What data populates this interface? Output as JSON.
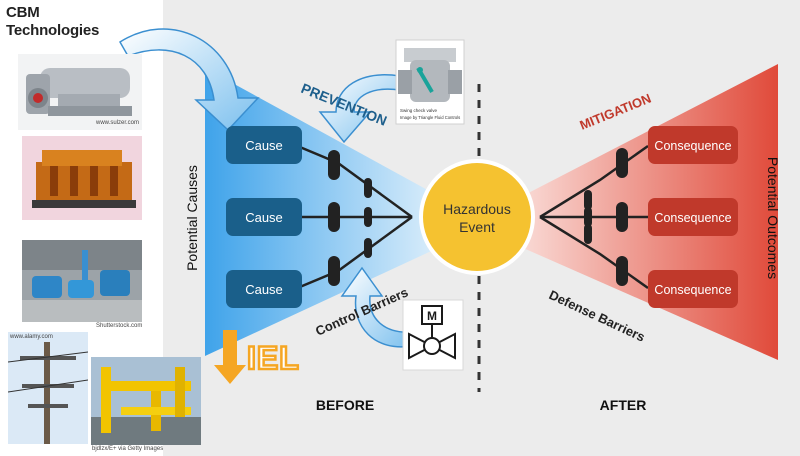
{
  "header": {
    "title_line1": "CBM",
    "title_line2": "Technologies"
  },
  "photos": [
    {
      "credit": "www.sulzer.com"
    },
    {
      "credit": ""
    },
    {
      "credit": "Shutterstock.com"
    },
    {
      "credit": "www.alamy.com"
    },
    {
      "credit": "bjdlzx/E+ via Getty Images"
    }
  ],
  "diagram": {
    "left_axis": "Potential Causes",
    "right_axis": "Potential Outcomes",
    "prevention": "PREVENTION",
    "mitigation": "MITIGATION",
    "causes": [
      "Cause",
      "Cause",
      "Cause"
    ],
    "consequences": [
      "Consequence",
      "Consequence",
      "Consequence"
    ],
    "event_line1": "Hazardous",
    "event_line2": "Event",
    "control_barriers": "Control Barriers",
    "defense_barriers": "Defense Barriers",
    "before": "BEFORE",
    "after": "AFTER",
    "iel": "IEL",
    "valve_caption_1": "Swing check valve",
    "valve_caption_2": "Image by Triangle Fluid Controls",
    "motor_valve_letter": "M"
  },
  "colors": {
    "cause_box": "#1a5f8a",
    "consequence_box": "#c0392b",
    "event_circle": "#f5c230",
    "barrier": "#222222",
    "iel": "#f5a623"
  }
}
